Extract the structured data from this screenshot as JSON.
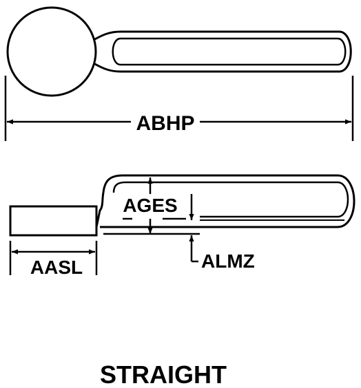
{
  "labels": {
    "overall_length": "ABHP",
    "grip_length": "AASL",
    "height": "AGES",
    "thickness": "ALMZ",
    "caption": "STRAIGHT"
  },
  "colors": {
    "line": "#000000",
    "background": "#ffffff"
  }
}
